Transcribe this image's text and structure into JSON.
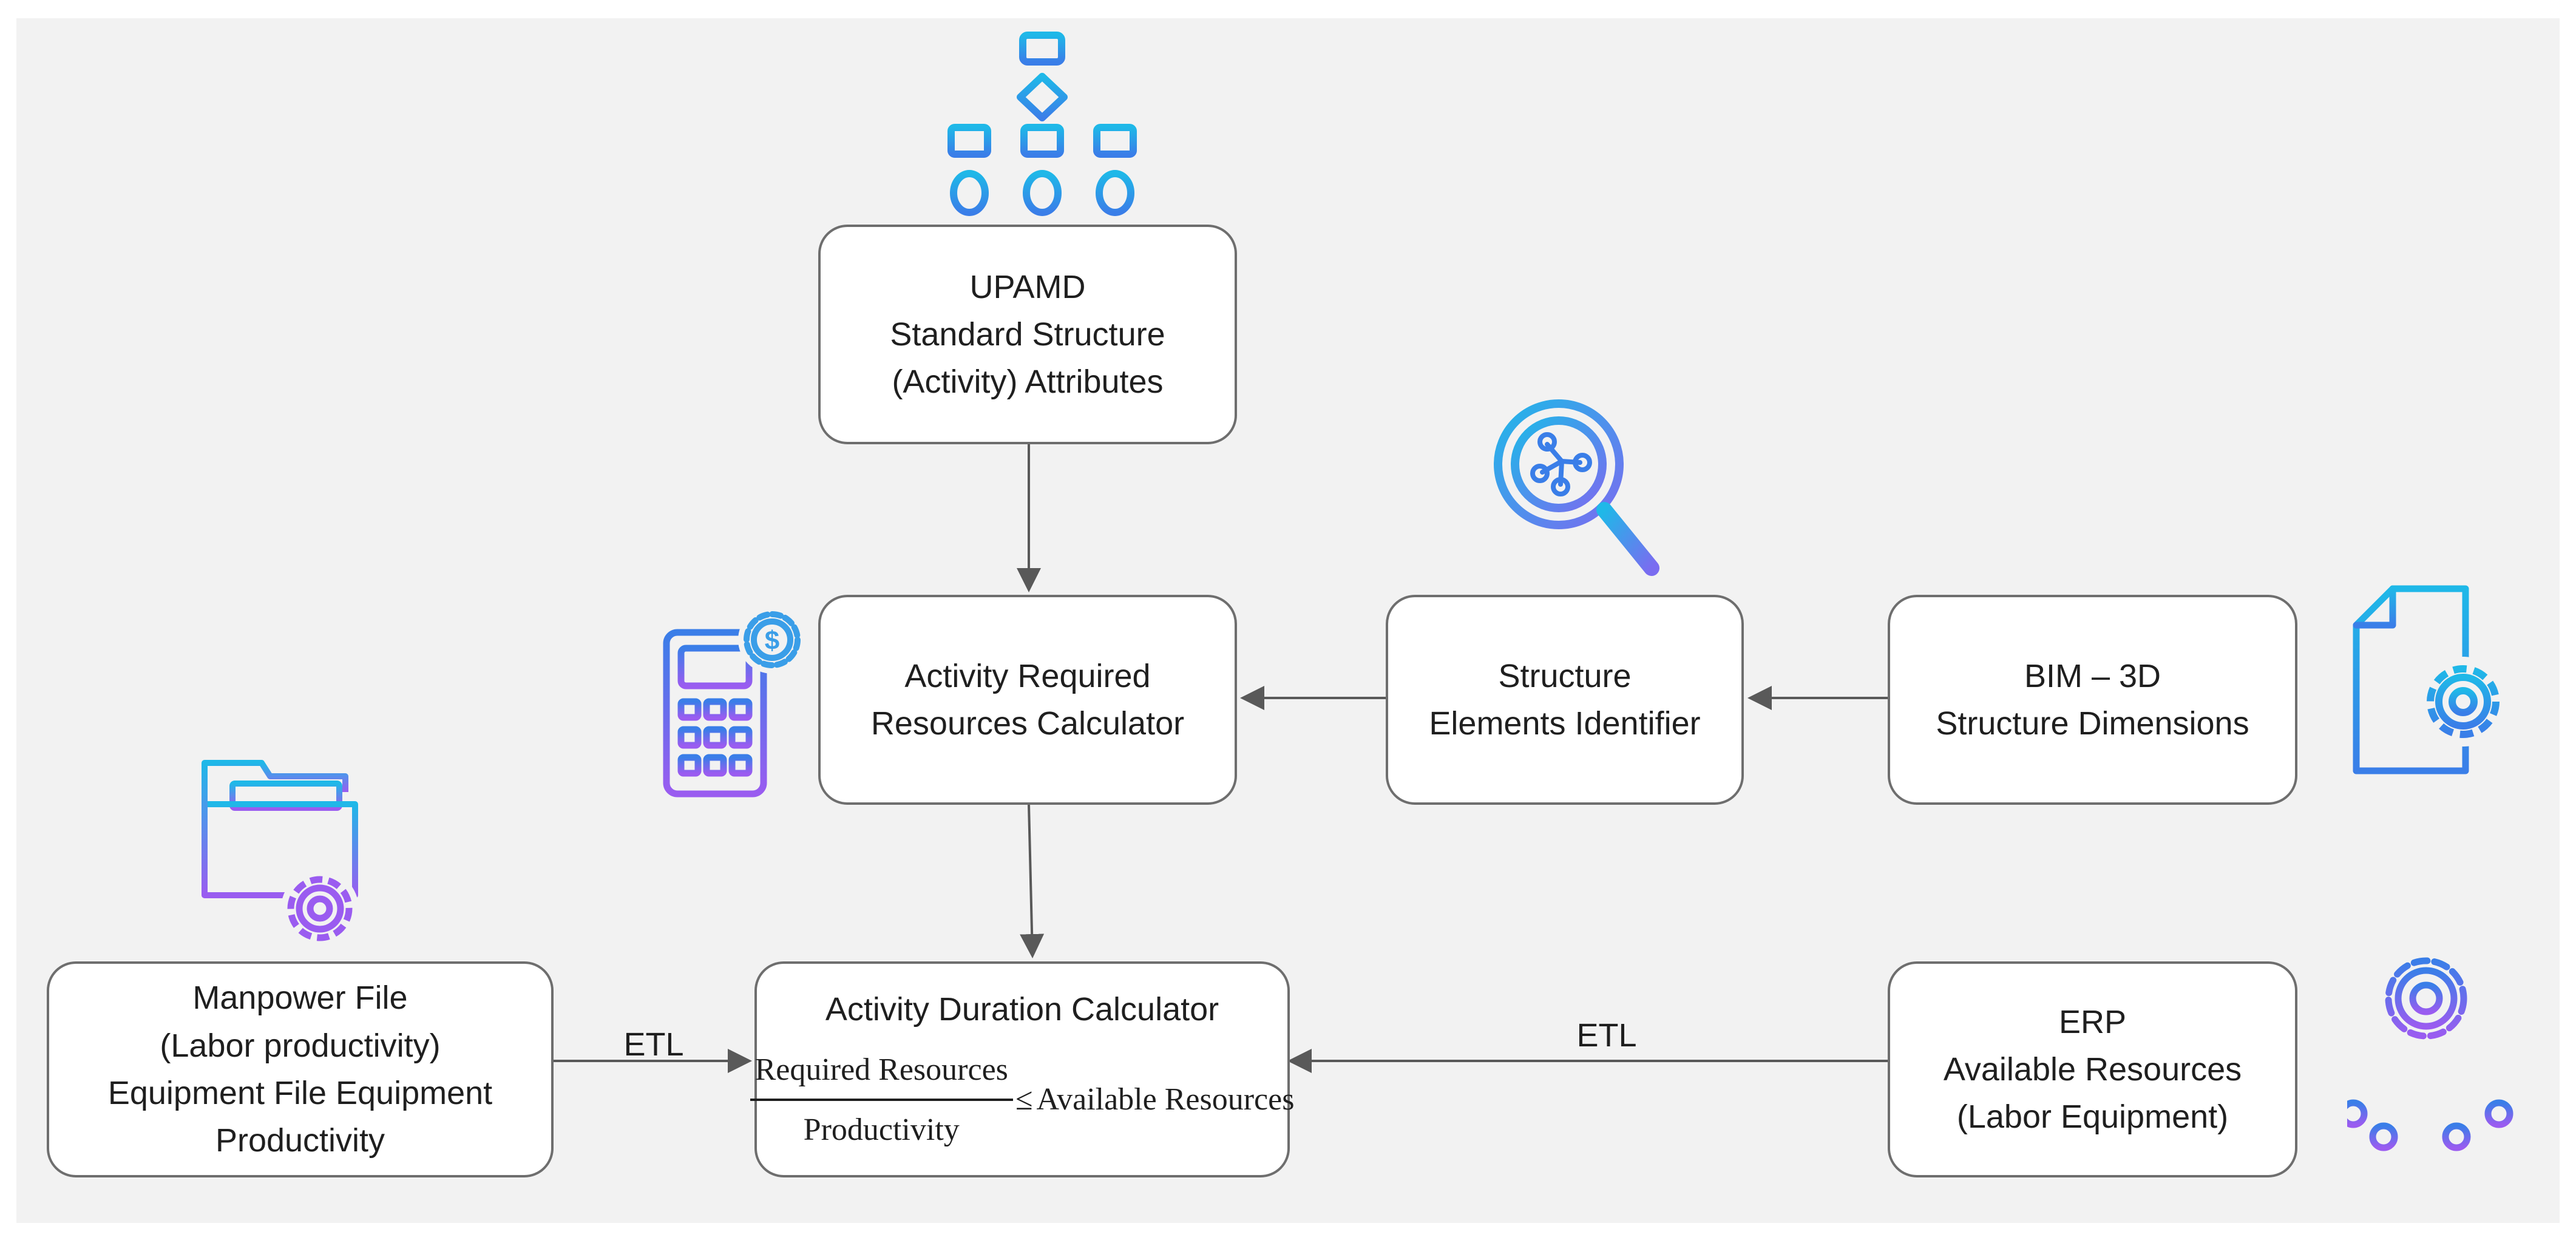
{
  "colors": {
    "panel_bg": "#f2f2f2",
    "box_border": "#6e6e6e",
    "arrow": "#595959",
    "icon_cyan": "#1fb8e8",
    "icon_blue": "#3a7ee8",
    "icon_purple": "#9a5cf0"
  },
  "nodes": {
    "upamd": {
      "lines": [
        "UPAMD",
        "Standard Structure",
        "(Activity) Attributes"
      ]
    },
    "resources_calc": {
      "lines": [
        "Activity Required",
        "Resources Calculator"
      ]
    },
    "elements_identifier": {
      "lines": [
        "Structure",
        "Elements Identifier"
      ]
    },
    "bim": {
      "lines": [
        "BIM – 3D",
        "Structure Dimensions"
      ]
    },
    "manpower": {
      "lines": [
        "Manpower File",
        "(Labor productivity)",
        "Equipment File Equipment",
        "Productivity"
      ]
    },
    "duration": {
      "title": "Activity Duration Calculator",
      "formula": {
        "numerator": "Required Resources",
        "denominator": "Productivity",
        "operator": "≤",
        "rhs": "Available Resources"
      }
    },
    "erp": {
      "lines": [
        "ERP",
        "Available Resources",
        "(Labor Equipment)"
      ]
    }
  },
  "edges": [
    {
      "from": "upamd",
      "to": "resources_calc",
      "label": ""
    },
    {
      "from": "elements_identifier",
      "to": "resources_calc",
      "label": ""
    },
    {
      "from": "bim",
      "to": "elements_identifier",
      "label": ""
    },
    {
      "from": "resources_calc",
      "to": "duration",
      "label": ""
    },
    {
      "from": "manpower",
      "to": "duration",
      "label": "ETL"
    },
    {
      "from": "erp",
      "to": "duration",
      "label": "ETL"
    }
  ],
  "icons": {
    "upamd": "flowchart-icon",
    "elements_identifier": "magnifier-network-icon",
    "resources_calc": "calculator-dollar-gear-icon",
    "bim": "document-gear-icon",
    "manpower": "folder-gear-icon",
    "erp": "gear-hierarchy-icon"
  }
}
